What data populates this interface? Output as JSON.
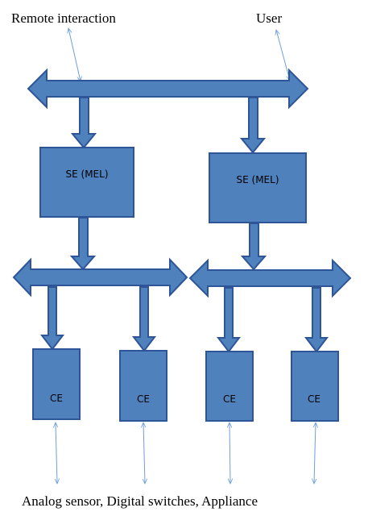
{
  "labels": {
    "remote": "Remote interaction",
    "user": "User",
    "bottom": "Analog sensor, Digital switches, Appliance"
  },
  "se_boxes": [
    {
      "label": "SE (MEL)"
    },
    {
      "label": "SE (MEL)"
    }
  ],
  "ce_boxes": [
    {
      "label": "CE"
    },
    {
      "label": "CE"
    },
    {
      "label": "CE"
    },
    {
      "label": "CE"
    }
  ],
  "colors": {
    "fill": "#4f81bd",
    "stroke": "#2e5597",
    "thin_arrow": "#6f9fd8",
    "text": "#000000"
  }
}
